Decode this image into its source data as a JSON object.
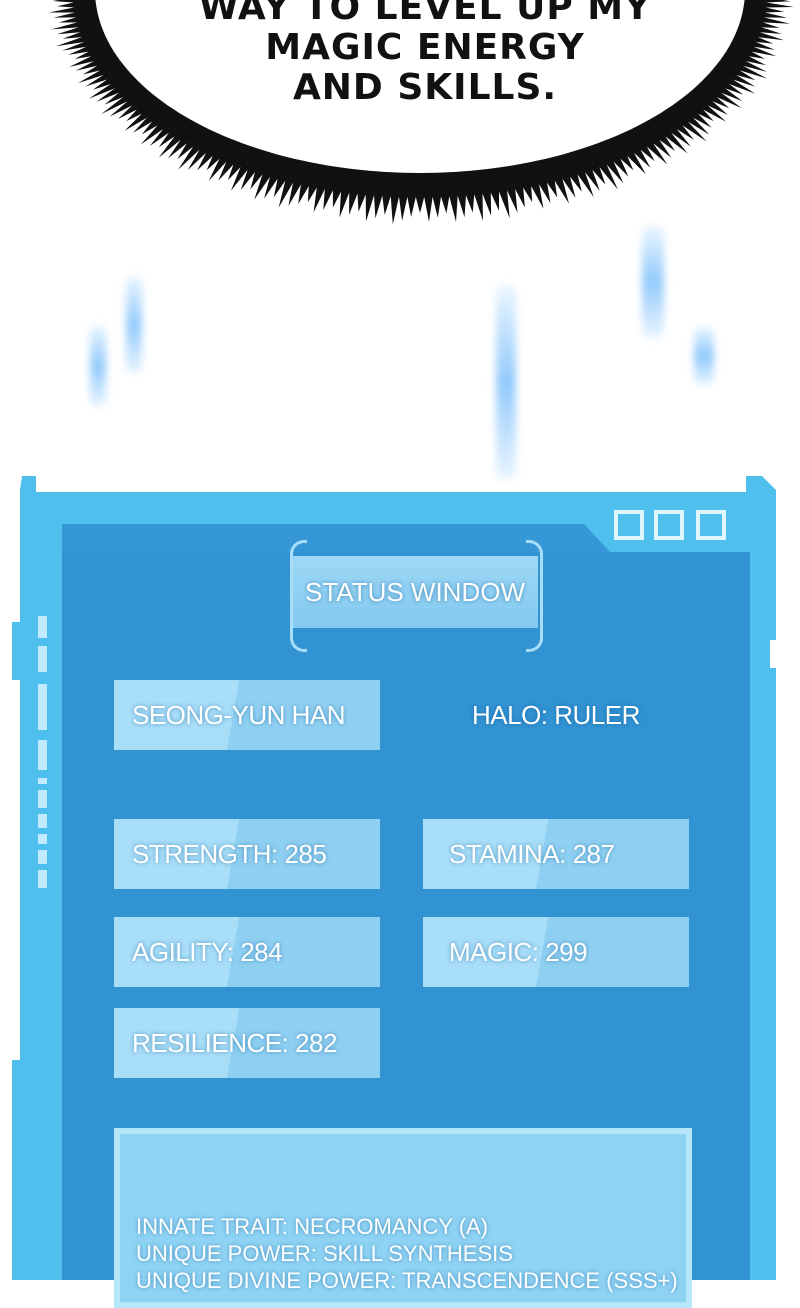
{
  "bubble": {
    "lines": [
      "WAY TO LEVEL UP MY",
      "MAGIC ENERGY",
      "AND SKILLS."
    ]
  },
  "status_window": {
    "title": "STATUS WINDOW",
    "name": "SEONG-YUN HAN",
    "halo": "HALO: RULER",
    "stats": {
      "strength": "STRENGTH: 285",
      "stamina": "STAMINA: 287",
      "agility": "AGILITY: 284",
      "magic": "MAGIC: 299",
      "resilience": "RESILIENCE: 282"
    },
    "traits": [
      "INNATE TRAIT: NECROMANCY (A)",
      "UNIQUE POWER: SKILL SYNTHESIS",
      "UNIQUE DIVINE POWER: TRANSCENDENCE (SSS+)"
    ]
  },
  "colors": {
    "frame_outer": "#4fc0ee",
    "frame_inner": "#3597d6",
    "plate": "#a8def8",
    "text": "#ffffff"
  }
}
